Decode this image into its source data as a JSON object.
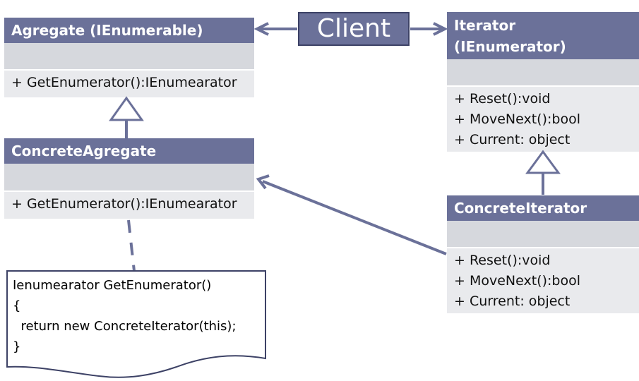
{
  "client": {
    "label": "Client"
  },
  "agregate": {
    "title": "Agregate (IEnumerable)",
    "operations": [
      "+ GetEnumerator():IEnumearator"
    ]
  },
  "concrete_agregate": {
    "title": "ConcreteAgregate",
    "operations": [
      "+ GetEnumerator():IEnumearator"
    ]
  },
  "iterator": {
    "title_line1": "Iterator",
    "title_line2": "(IEnumerator)",
    "operations": [
      "+ Reset():void",
      "+ MoveNext():bool",
      "+ Current: object"
    ]
  },
  "concrete_iterator": {
    "title": "ConcreteIterator",
    "operations": [
      "+ Reset():void",
      "+ MoveNext():bool",
      "+ Current: object"
    ]
  },
  "note": {
    "lines": [
      "Ienumearator GetEnumerator()",
      "{",
      "  return new ConcreteIterator(this);",
      "}"
    ]
  },
  "colors": {
    "header": "#6b7199",
    "attributes": "#d6d8dd",
    "operations": "#e9eaed",
    "connector": "#6b7199"
  }
}
